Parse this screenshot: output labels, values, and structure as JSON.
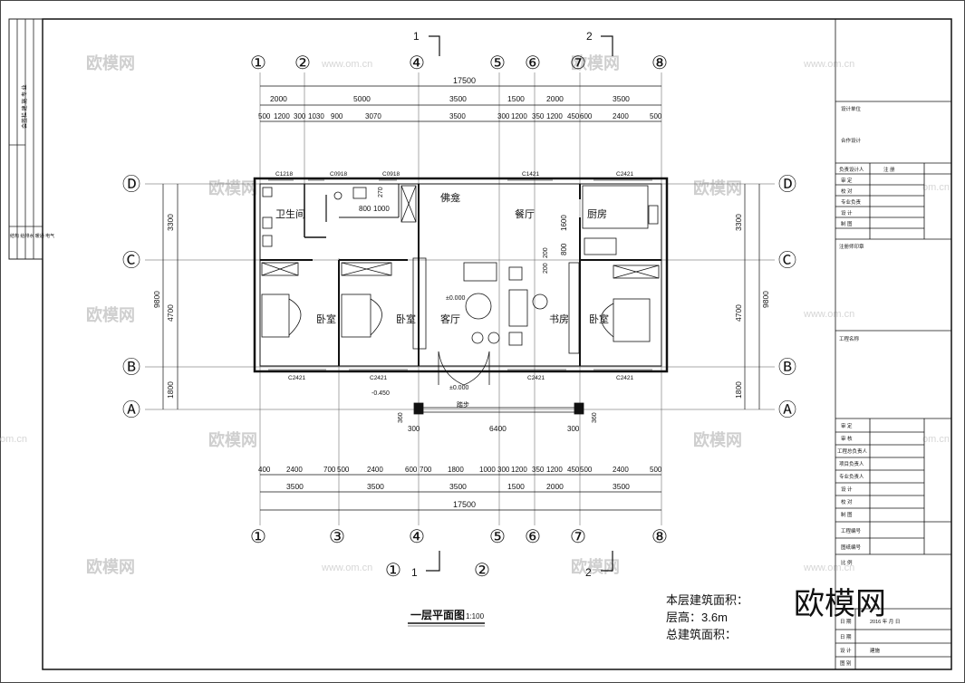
{
  "watermark": {
    "brand": "欧模网",
    "url": "www.om.cn",
    "url_short": "om.cn"
  },
  "grid_top": [
    "①",
    "②",
    "④",
    "⑤",
    "⑥",
    "⑦",
    "⑧"
  ],
  "grid_bottom": [
    "①",
    "③",
    "④",
    "⑤",
    "⑥",
    "⑦",
    "⑧"
  ],
  "grid_side": [
    "Ⓓ",
    "Ⓒ",
    "Ⓑ",
    "Ⓐ"
  ],
  "dims": {
    "total": "17500",
    "top_row1": [
      "2000",
      "5000",
      "3500",
      "1500",
      "2000",
      "3500"
    ],
    "top_row2": [
      "500",
      "1200",
      "300",
      "1030",
      "900",
      "3070",
      "3500",
      "300",
      "1200",
      "350",
      "1200",
      "450",
      "600",
      "2400",
      "500"
    ],
    "bottom_row1": [
      "400",
      "2400",
      "700",
      "500",
      "2400",
      "600",
      "700",
      "1800",
      "1000",
      "300",
      "1200",
      "350",
      "1200",
      "450",
      "500",
      "2400",
      "500"
    ],
    "bottom_row2": [
      "3500",
      "3500",
      "3500",
      "1500",
      "2000",
      "3500"
    ],
    "left": [
      "3300",
      "9800",
      "4700",
      "1800"
    ],
    "right": [
      "3300",
      "9800",
      "4700",
      "1800"
    ],
    "porch": [
      "300",
      "6400",
      "300"
    ],
    "misc": [
      "800",
      "1000",
      "1600",
      "800",
      "200",
      "200",
      "360",
      "360",
      "300",
      "270"
    ]
  },
  "windows": [
    "C1218",
    "C0918",
    "C0918",
    "C1421",
    "C2421",
    "C2421",
    "C2421",
    "C2421",
    "C2421"
  ],
  "rooms": {
    "bath": "卫生间",
    "shrine": "佛龛",
    "dining": "餐厅",
    "kitchen": "厨房",
    "bed1": "卧室",
    "bed2": "卧室",
    "living": "客厅",
    "study": "书房",
    "bed3": "卧室"
  },
  "levels": [
    "±0.000",
    "-0.450",
    "±0.000"
  ],
  "step": "踏步",
  "sections": {
    "top1": "1",
    "top2": "2",
    "bot1": "1",
    "bot2": "2",
    "bot_mid1": "①",
    "bot_mid2": "②"
  },
  "title": {
    "name": "一层平面图",
    "scale": "1:100"
  },
  "notes": [
    "本层建筑面积：",
    "层高：3.6m",
    "总建筑面积："
  ],
  "titleblock": {
    "top_labels": [
      "设计单位",
      "合作设计"
    ],
    "rows_a": [
      "负责设计人",
      "审  定",
      "校  对",
      "专业负责",
      "设  计",
      "制  图"
    ],
    "row_a_value": "注  册",
    "note_label": "注册师印章",
    "project_label": "工程名称",
    "rows_b": [
      "审  定",
      "审  核",
      "工程总负责人",
      "项目负责人",
      "专业负责人",
      "设  计",
      "校  对",
      "制  图",
      "工程编号",
      "图纸编号",
      "比  例"
    ],
    "bottom_rows": [
      "日  期",
      "日  期",
      "设  计",
      "图  别"
    ],
    "date_value": "2016  年    月    日",
    "drawing_type": "建施"
  },
  "left_strip": [
    "会签栏 建 施 专 业",
    "结构 给排水 暖通 电气"
  ]
}
